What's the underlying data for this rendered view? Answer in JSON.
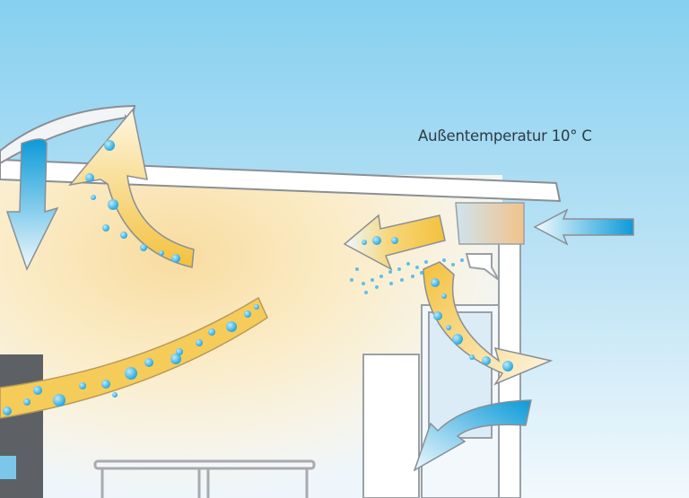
{
  "diagram": {
    "type": "ventilation-illustration",
    "outside_temperature_label": "Außentemperatur 10° C",
    "elements": [
      {
        "id": "roof",
        "description": "flat roof slab"
      },
      {
        "id": "skylight",
        "description": "open roof hatch with exhaust and supply arrows"
      },
      {
        "id": "wall-unit",
        "description": "wall-mounted ventilation unit with heat-exchanger box"
      },
      {
        "id": "window",
        "description": "tilted window with airflow arrows"
      },
      {
        "id": "cabinet",
        "description": "dark cabinet on left"
      },
      {
        "id": "table",
        "description": "desk/tables at bottom"
      }
    ],
    "arrows": [
      {
        "id": "outside-air-in",
        "kind": "cold",
        "direction": "left"
      },
      {
        "id": "supply-air-from-unit",
        "kind": "warm-humid",
        "direction": "left"
      },
      {
        "id": "roof-exhaust",
        "kind": "warm-humid",
        "direction": "up"
      },
      {
        "id": "roof-supply",
        "kind": "cold",
        "direction": "down"
      },
      {
        "id": "room-circulation",
        "kind": "warm-humid",
        "direction": "up-right"
      },
      {
        "id": "window-exhaust",
        "kind": "warm-humid",
        "direction": "out-right"
      },
      {
        "id": "window-supply",
        "kind": "cold",
        "direction": "in-left"
      }
    ],
    "colors": {
      "sky_top": "#86d0f0",
      "sky_bottom": "#eef8fd",
      "warm": "#f3c74a",
      "warm_light": "#fbf0d0",
      "cold": "#1aa3dc",
      "cold_light": "#e4f4fb",
      "outline": "#8a8f95",
      "cabinet": "#5d6166",
      "heat_exchanger": "#f0c58c"
    }
  }
}
